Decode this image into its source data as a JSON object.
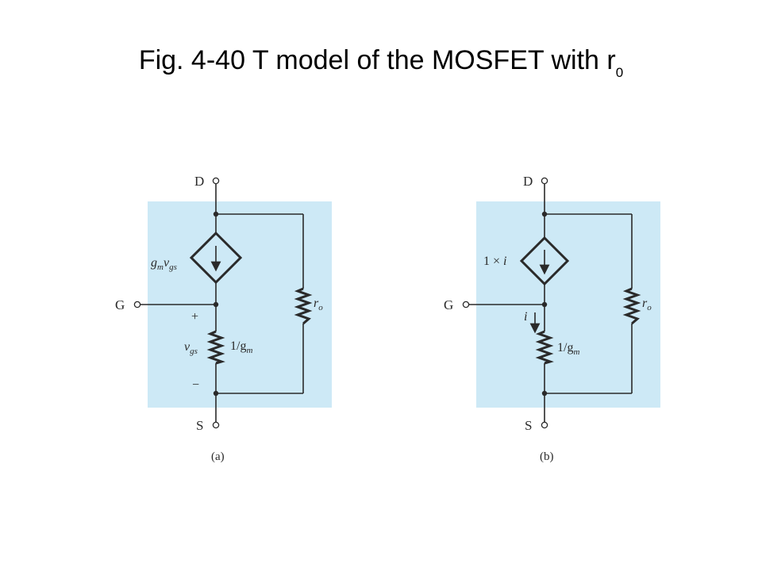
{
  "title": {
    "main": "Fig. 4-40 T model of the MOSFET with r",
    "subscript": "0"
  },
  "colors": {
    "panel": "#cde9f6",
    "wire": "#2a2a2a",
    "title": "#000000"
  },
  "circuit_a": {
    "terminals": {
      "drain": "D",
      "gate": "G",
      "source": "S"
    },
    "source_label": {
      "g": "g",
      "g_sub": "m",
      "v": "v",
      "v_sub": "gs"
    },
    "plus_sign": "+",
    "minus_sign": "−",
    "vgs_label": {
      "v": "v",
      "sub": "gs"
    },
    "resistor_label": {
      "text": "1/g",
      "sub": "m"
    },
    "ro_label": {
      "r": "r",
      "sub": "o"
    },
    "caption": "(a)"
  },
  "circuit_b": {
    "terminals": {
      "drain": "D",
      "gate": "G",
      "source": "S"
    },
    "source_label": {
      "prefix": "1 × ",
      "i": "i"
    },
    "current_label": "i",
    "resistor_label": {
      "text": "1/g",
      "sub": "m"
    },
    "ro_label": {
      "r": "r",
      "sub": "o"
    },
    "caption": "(b)"
  }
}
